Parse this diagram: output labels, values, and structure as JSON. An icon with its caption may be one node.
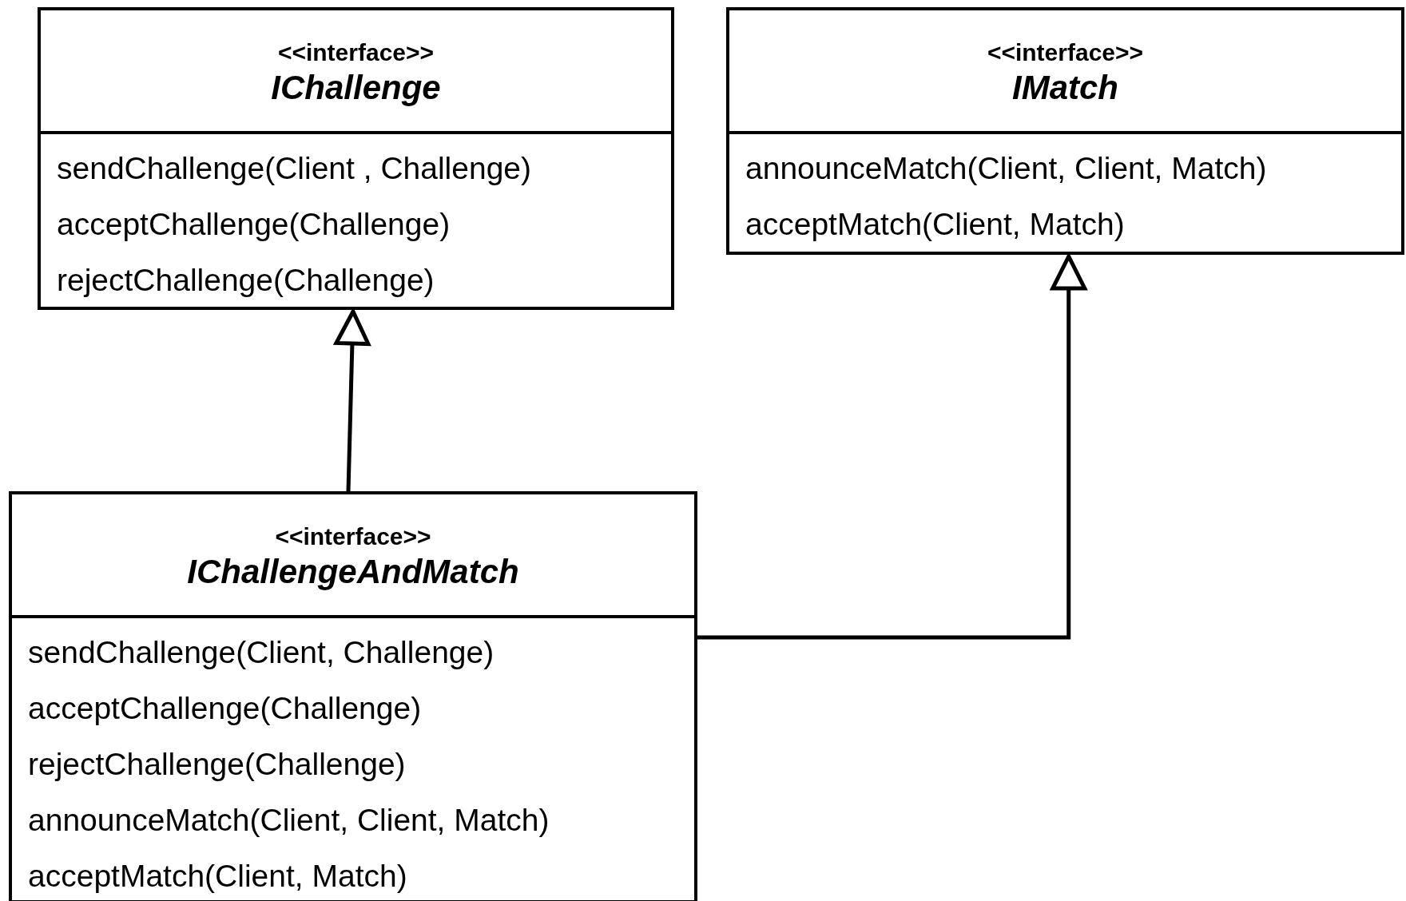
{
  "diagram": {
    "nodes": [
      {
        "text": [
          "<<interface>>",
          "IChallenge",
          "sendChallenge(Client , Challenge)",
          "acceptChallenge(Challenge)",
          "rejectChallenge(Challenge)"
        ]
      },
      {
        "text": [
          "<<interface>>",
          "IMatch",
          "announceMatch(Client, Client, Match)",
          "acceptMatch(Client, Match)"
        ]
      },
      {
        "text": [
          "<<interface>>",
          "IChallengeAndMatch",
          "sendChallenge(Client, Challenge)",
          "acceptChallenge(Challenge)",
          "rejectChallenge(Challenge)",
          "announceMatch(Client, Client, Match)",
          "acceptMatch(Client, Match)"
        ]
      }
    ],
    "edges": [
      {
        "from": 2,
        "to": 0,
        "arrow": "to"
      },
      {
        "from": 2,
        "to": 1,
        "arrow": "to"
      }
    ]
  }
}
